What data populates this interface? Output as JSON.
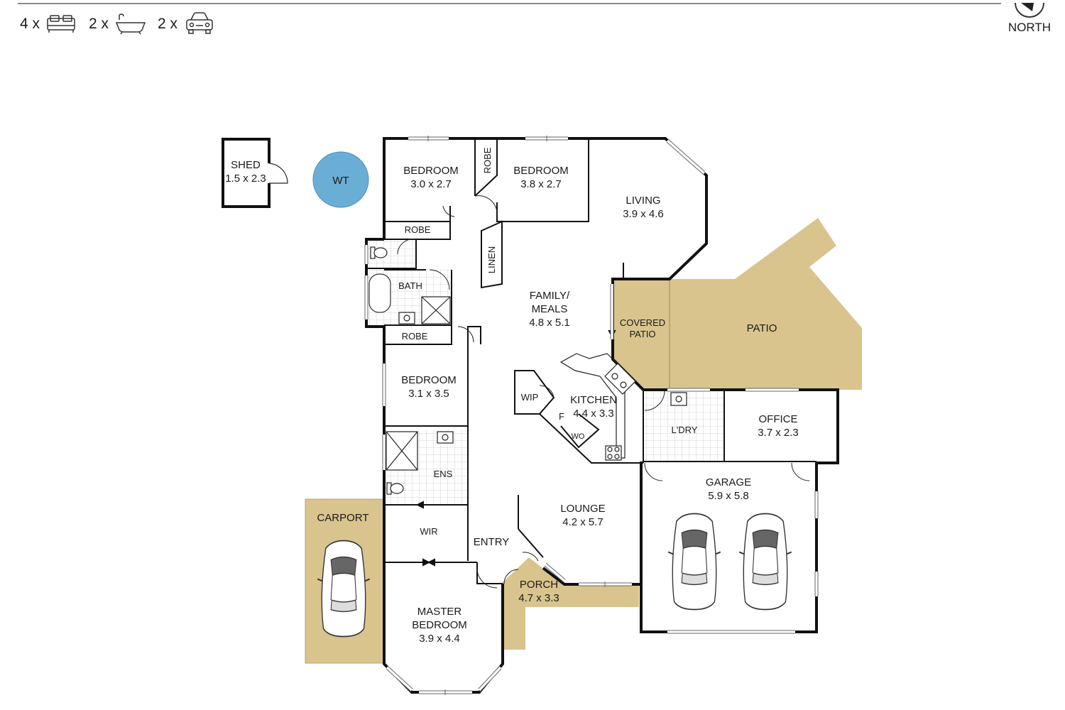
{
  "header": {
    "beds": {
      "count": "4 x",
      "icon": "bed-icon"
    },
    "baths": {
      "count": "2 x",
      "icon": "bathtub-icon"
    },
    "cars": {
      "count": "2 x",
      "icon": "car-icon"
    },
    "compass": {
      "label": "NORTH",
      "icon": "compass-icon"
    }
  },
  "colors": {
    "outdoor": "#d9c48e",
    "water_tank": "#6aaed6",
    "wall": "#111111"
  },
  "rooms": {
    "shed": {
      "name": "SHED",
      "size": "1.5 x 2.3"
    },
    "water_tank": {
      "name": "WT"
    },
    "bedroom_1": {
      "name": "BEDROOM",
      "size": "3.0 x 2.7"
    },
    "robe_1": {
      "name": "ROBE"
    },
    "bedroom_2": {
      "name": "BEDROOM",
      "size": "3.8 x 2.7"
    },
    "living": {
      "name": "LIVING",
      "size": "3.9 x 4.6"
    },
    "robe_2": {
      "name": "ROBE"
    },
    "linen": {
      "name": "LINEN"
    },
    "bath": {
      "name": "BATH"
    },
    "robe_3": {
      "name": "ROBE"
    },
    "family": {
      "name_line1": "FAMILY/",
      "name_line2": "MEALS",
      "size": "4.8 x 5.1"
    },
    "covered_patio": {
      "name_line1": "COVERED",
      "name_line2": "PATIO"
    },
    "patio": {
      "name": "PATIO"
    },
    "bedroom_3": {
      "name": "BEDROOM",
      "size": "3.1 x 3.5"
    },
    "wip": {
      "name": "WIP"
    },
    "kitchen": {
      "name": "KITCHEN",
      "size": "4.4 x 3.3",
      "fridge": "F",
      "wall_oven": "WO"
    },
    "laundry": {
      "name": "L'DRY"
    },
    "office": {
      "name": "OFFICE",
      "size": "3.7 x 2.3"
    },
    "ensuite": {
      "name": "ENS"
    },
    "garage": {
      "name": "GARAGE",
      "size": "5.9 x 5.8"
    },
    "carport": {
      "name": "CARPORT"
    },
    "lounge": {
      "name": "LOUNGE",
      "size": "4.2 x 5.7"
    },
    "wir": {
      "name": "WIR"
    },
    "entry": {
      "name": "ENTRY"
    },
    "porch": {
      "name": "PORCH",
      "size": "4.7 x 3.3"
    },
    "master": {
      "name_line1": "MASTER",
      "name_line2": "BEDROOM",
      "size": "3.9 x 4.4"
    }
  }
}
